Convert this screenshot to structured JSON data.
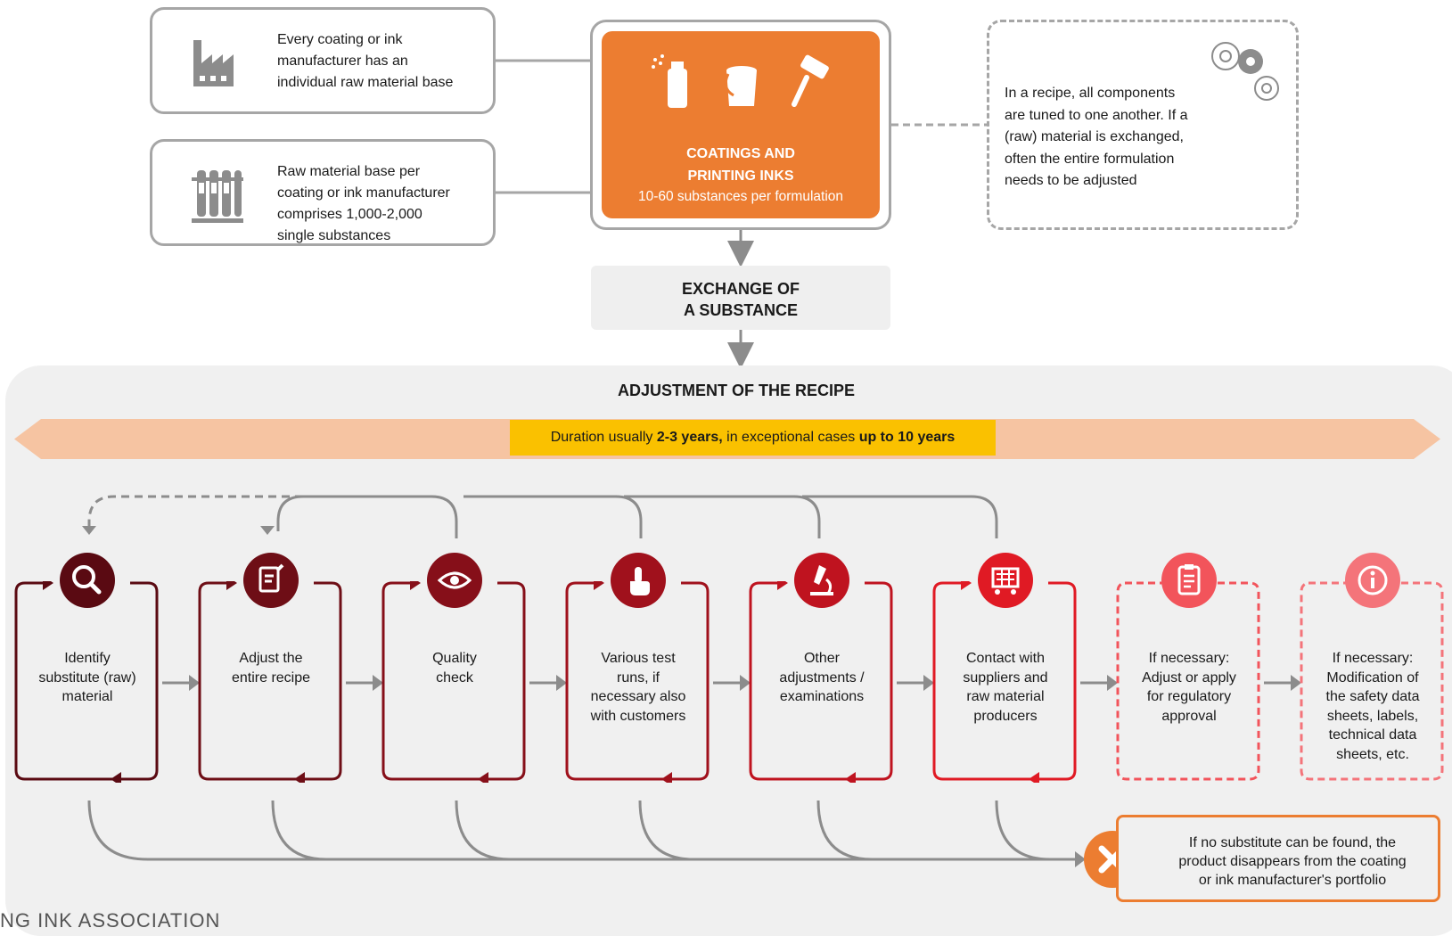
{
  "top": {
    "info1": {
      "text": [
        "Every coating or ink",
        "manufacturer has an",
        "individual raw material base"
      ],
      "icon": "factory-icon"
    },
    "info2": {
      "text": [
        "Raw material base per",
        "coating or ink manufacturer",
        "comprises 1,000-2,000",
        "single substances"
      ],
      "icon": "test-tubes-icon"
    },
    "center": {
      "title": [
        "COATINGS AND",
        "PRINTING INKS"
      ],
      "subtitle": "10-60 substances per formulation",
      "icons": [
        "spray-can-icon",
        "paint-bucket-icon",
        "paint-roller-icon"
      ]
    },
    "note": {
      "text": [
        "In a recipe, all components",
        "are tuned to one another. If a",
        "(raw) material is exchanged,",
        "often the entire formulation",
        "needs to be adjusted"
      ],
      "icon": "gears-icon"
    },
    "exchange": [
      "EXCHANGE OF",
      "A SUBSTANCE"
    ]
  },
  "panel": {
    "title": "ADJUSTMENT OF THE RECIPE",
    "duration": {
      "prefix": "Duration usually ",
      "bold1": "2-3 years,",
      "mid": " in exceptional cases ",
      "bold2": "up to 10 years"
    },
    "steps": [
      {
        "label": [
          "Identify",
          "substitute (raw)",
          "material"
        ],
        "icon": "magnifier-icon",
        "color": "#5a0a12"
      },
      {
        "label": [
          "Adjust the",
          "entire recipe"
        ],
        "icon": "edit-document-icon",
        "color": "#6e0e16"
      },
      {
        "label": [
          "Quality",
          "check"
        ],
        "icon": "eye-icon",
        "color": "#860f19"
      },
      {
        "label": [
          "Various test",
          "runs, if",
          "necessary also",
          "with customers"
        ],
        "icon": "touch-hand-icon",
        "color": "#a0111c"
      },
      {
        "label": [
          "Other",
          "adjustments /",
          "examinations"
        ],
        "icon": "microscope-icon",
        "color": "#bf131f"
      },
      {
        "label": [
          "Contact with",
          "suppliers and",
          "raw material",
          "producers"
        ],
        "icon": "shopping-cart-icon",
        "color": "#e01a24"
      },
      {
        "label": [
          "If necessary:",
          "Adjust or apply",
          "for regulatory",
          "approval"
        ],
        "icon": "clipboard-icon",
        "color": "#f2545b"
      },
      {
        "label": [
          "If necessary:",
          "Modification of",
          "the safety data",
          "sheets, labels,",
          "technical data",
          "sheets, etc."
        ],
        "icon": "info-icon",
        "color": "#f4747a"
      }
    ],
    "final": {
      "text": [
        "If no substitute can be found, the",
        "product disappears from the coating",
        "or ink manufacturer's portfolio"
      ],
      "icon": "close-icon"
    }
  },
  "footer": "NG INK ASSOCIATION",
  "colors": {
    "orange": "#ec7d31",
    "highlight": "#fac100",
    "arrow_band": "#f6c4a2",
    "grey_line": "#8c8c8c"
  }
}
